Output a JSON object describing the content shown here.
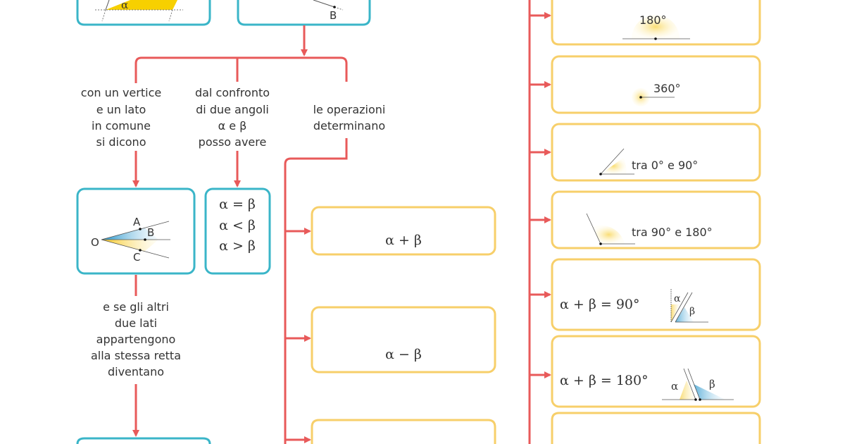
{
  "colors": {
    "blue": "#3ab5c8",
    "red": "#e85a5a",
    "yellow": "#f7cf6a"
  },
  "top_left": {
    "alpha": "α"
  },
  "top_mid": {
    "point": "B"
  },
  "branch_text": {
    "vertex": [
      "con un vertice",
      "e un lato",
      "in comune",
      "si dicono"
    ],
    "compare": [
      "dal confronto",
      "di due angoli",
      "α e β",
      "posso avere"
    ],
    "operations": [
      "le operazioni",
      "determinano"
    ],
    "collinear": [
      "e se gli altri",
      "due lati",
      "appartengono",
      "alla stessa retta",
      "diventano"
    ]
  },
  "consecutive": {
    "O": "O",
    "A": "A",
    "B": "B",
    "C": "C"
  },
  "comparisons": [
    "α = β",
    "α < β",
    "α > β"
  ],
  "operations": [
    "α + β",
    "α − β"
  ],
  "angles": {
    "flat": "180°",
    "full": "360°",
    "acute": "tra 0° e 90°",
    "obtuse": "tra 90° e 180°",
    "complementary": "α + β = 90°",
    "supplementary": "α + β = 180°",
    "alpha": "α",
    "beta": "β"
  }
}
